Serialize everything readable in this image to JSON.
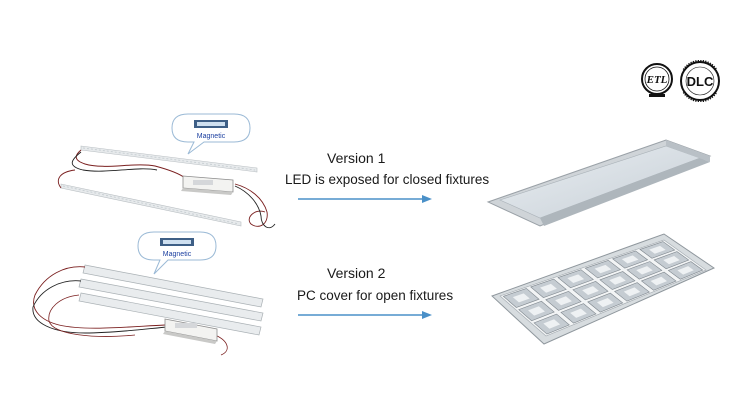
{
  "certifications": {
    "etl": "ETL",
    "dlc": "DLC",
    "dlc_ring_top": "QUALIFIED",
    "dlc_ring_bottom": "LISTED"
  },
  "version1": {
    "title": "Version 1",
    "description": "LED is exposed for closed fixtures",
    "bubble_label": "Magnetic"
  },
  "version2": {
    "title": "Version 2",
    "description": "PC cover for open fixtures",
    "bubble_label": "Magnetic"
  },
  "colors": {
    "arrow": "#4a90c8",
    "bubble_border": "#9bbad6",
    "bubble_text": "#1b3fa0"
  }
}
